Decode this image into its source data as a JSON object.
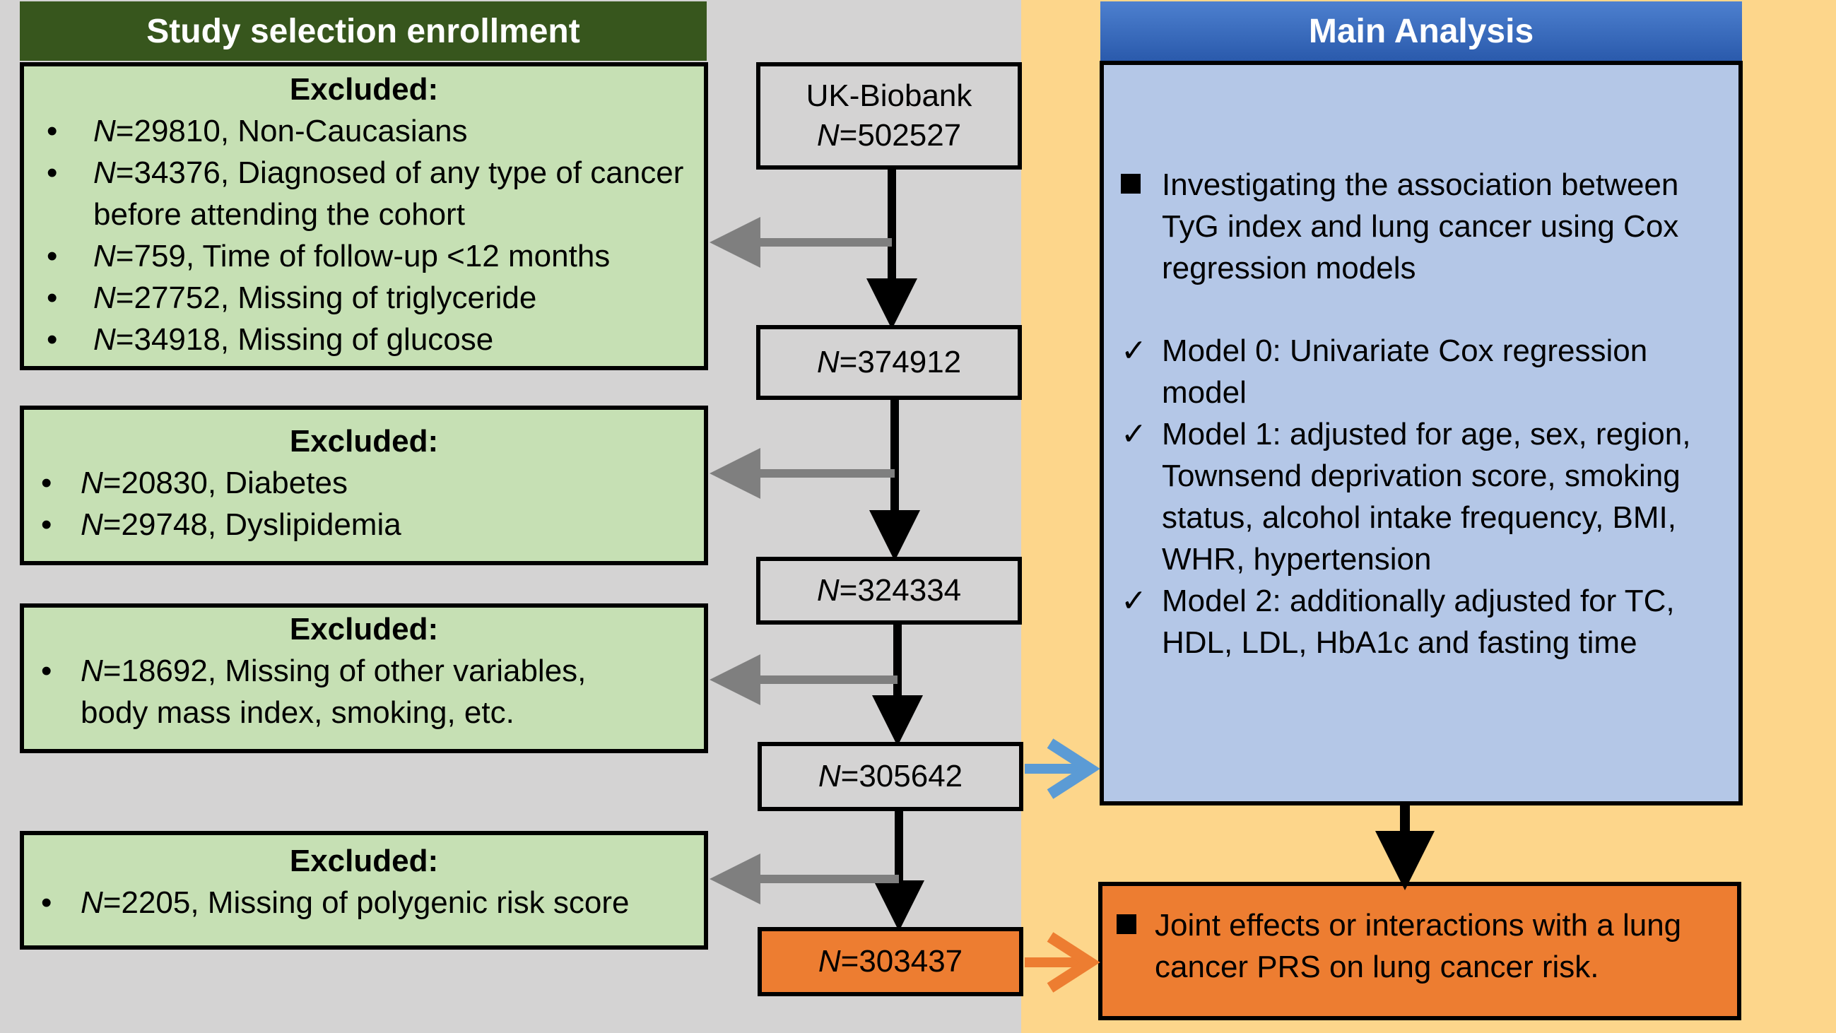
{
  "left_header": "Study selection enrollment",
  "right_header": "Main Analysis",
  "exclusions": [
    {
      "title": "Excluded:",
      "items": [
        {
          "n": "N",
          "text": "=29810, Non-Caucasians"
        },
        {
          "n": "N",
          "text": "=34376, Diagnosed of any type of cancer before attending the cohort"
        },
        {
          "n": "N",
          "text": "=759, Time of follow-up <12 months"
        },
        {
          "n": "N",
          "text": "=27752, Missing of triglyceride"
        },
        {
          "n": "N",
          "text": "=34918, Missing of glucose"
        }
      ]
    },
    {
      "title": "Excluded:",
      "items": [
        {
          "n": "N",
          "text": "=20830, Diabetes"
        },
        {
          "n": "N",
          "text": "=29748, Dyslipidemia"
        }
      ]
    },
    {
      "title": "Excluded:",
      "items": [
        {
          "n": "N",
          "text": "=18692, Missing of other variables, body mass index, smoking, etc."
        }
      ]
    },
    {
      "title": "Excluded:",
      "items": [
        {
          "n": "N",
          "text": "=2205, Missing of polygenic risk score"
        }
      ]
    }
  ],
  "counts": {
    "source_label": "UK-Biobank",
    "source": {
      "n": "N",
      "value": "=502527"
    },
    "step1": {
      "n": "N",
      "value": "=374912"
    },
    "step2": {
      "n": "N",
      "value": "=324334"
    },
    "step3": {
      "n": "N",
      "value": "=305642"
    },
    "step4": {
      "n": "N",
      "value": "=303437"
    }
  },
  "main_analysis": {
    "objective": "Investigating the association between TyG index and lung cancer using Cox regression models",
    "check_mark": "✓",
    "models": [
      "Model 0: Univariate Cox regression model",
      "Model 1: adjusted for age, sex, region, Townsend deprivation score, smoking status, alcohol intake frequency, BMI, WHR, hypertension",
      "Model 2: additionally adjusted for TC, HDL, LDL, HbA1c and fasting time"
    ]
  },
  "secondary_analysis": "Joint effects or interactions with a lung cancer PRS on lung cancer risk.",
  "colors": {
    "left_background": "#d4d3d3",
    "right_background": "#fdd68b",
    "exclusion_fill": "#c6e0b4",
    "green_header": "#37561d",
    "blue_header": "#2f5fb3",
    "analysis_fill": "#b4c7e7",
    "final_fill": "#ed7d31",
    "gray_arrow": "#7f7f7f",
    "blue_arrow": "#5b9bd5",
    "orange_arrow": "#ed7d31"
  }
}
